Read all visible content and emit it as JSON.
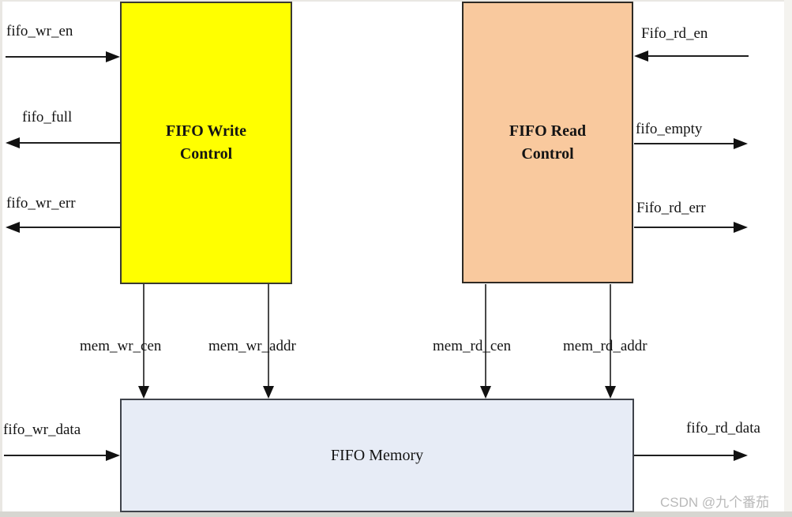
{
  "diagram": {
    "blocks": {
      "write_control": "FIFO Write Control",
      "read_control": "FIFO Read Control",
      "memory": "FIFO Memory"
    },
    "signals": {
      "fifo_wr_en": "fifo_wr_en",
      "fifo_full": "fifo_full",
      "fifo_wr_err": "fifo_wr_err",
      "fifo_rd_en": "Fifo_rd_en",
      "fifo_empty": "fifo_empty",
      "fifo_rd_err": "Fifo_rd_err",
      "mem_wr_cen": "mem_wr_cen",
      "mem_wr_addr": "mem_wr_addr",
      "mem_rd_cen": "mem_rd_cen",
      "mem_rd_addr": "mem_rd_addr",
      "fifo_wr_data": "fifo_wr_data",
      "fifo_rd_data": "fifo_rd_data"
    },
    "colors": {
      "write_control_fill": "#ffff00",
      "read_control_fill": "#f9c99e",
      "memory_fill": "#e7ecf6",
      "arrow_line": "#1a1a1a",
      "watermark_text": "#b9b9b9"
    },
    "watermark": "CSDN @九个番茄"
  }
}
